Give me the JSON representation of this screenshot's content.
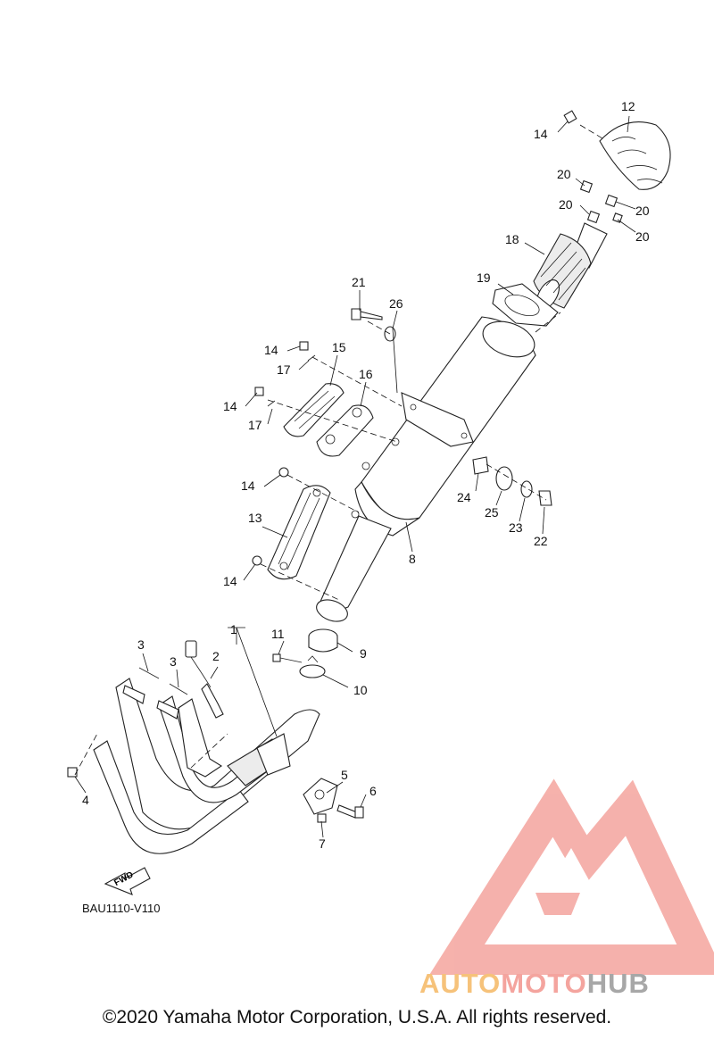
{
  "diagram_code": "BAU1110-V110",
  "copyright": "©2020 Yamaha Motor Corporation, U.S.A. All rights reserved.",
  "fwd_label": "FWD",
  "watermark": {
    "auto": "AUTO",
    "moto": "MOTO",
    "hub": "HUB",
    "color_primary": "#f4a49e",
    "color_secondary": "#f6c27a",
    "color_dark": "#a7a7a7"
  },
  "callouts": {
    "c1": "1",
    "c2": "2",
    "c3a": "3",
    "c3b": "3",
    "c4": "4",
    "c5": "5",
    "c6": "6",
    "c7": "7",
    "c8": "8",
    "c9": "9",
    "c10": "10",
    "c11": "11",
    "c12": "12",
    "c13": "13",
    "c14a": "14",
    "c14b": "14",
    "c14c": "14",
    "c14d": "14",
    "c14e": "14",
    "c15": "15",
    "c16": "16",
    "c17a": "17",
    "c17b": "17",
    "c18": "18",
    "c19": "19",
    "c20a": "20",
    "c20b": "20",
    "c20c": "20",
    "c20d": "20",
    "c21": "21",
    "c22": "22",
    "c23": "23",
    "c24": "24",
    "c25": "25",
    "c26": "26"
  }
}
